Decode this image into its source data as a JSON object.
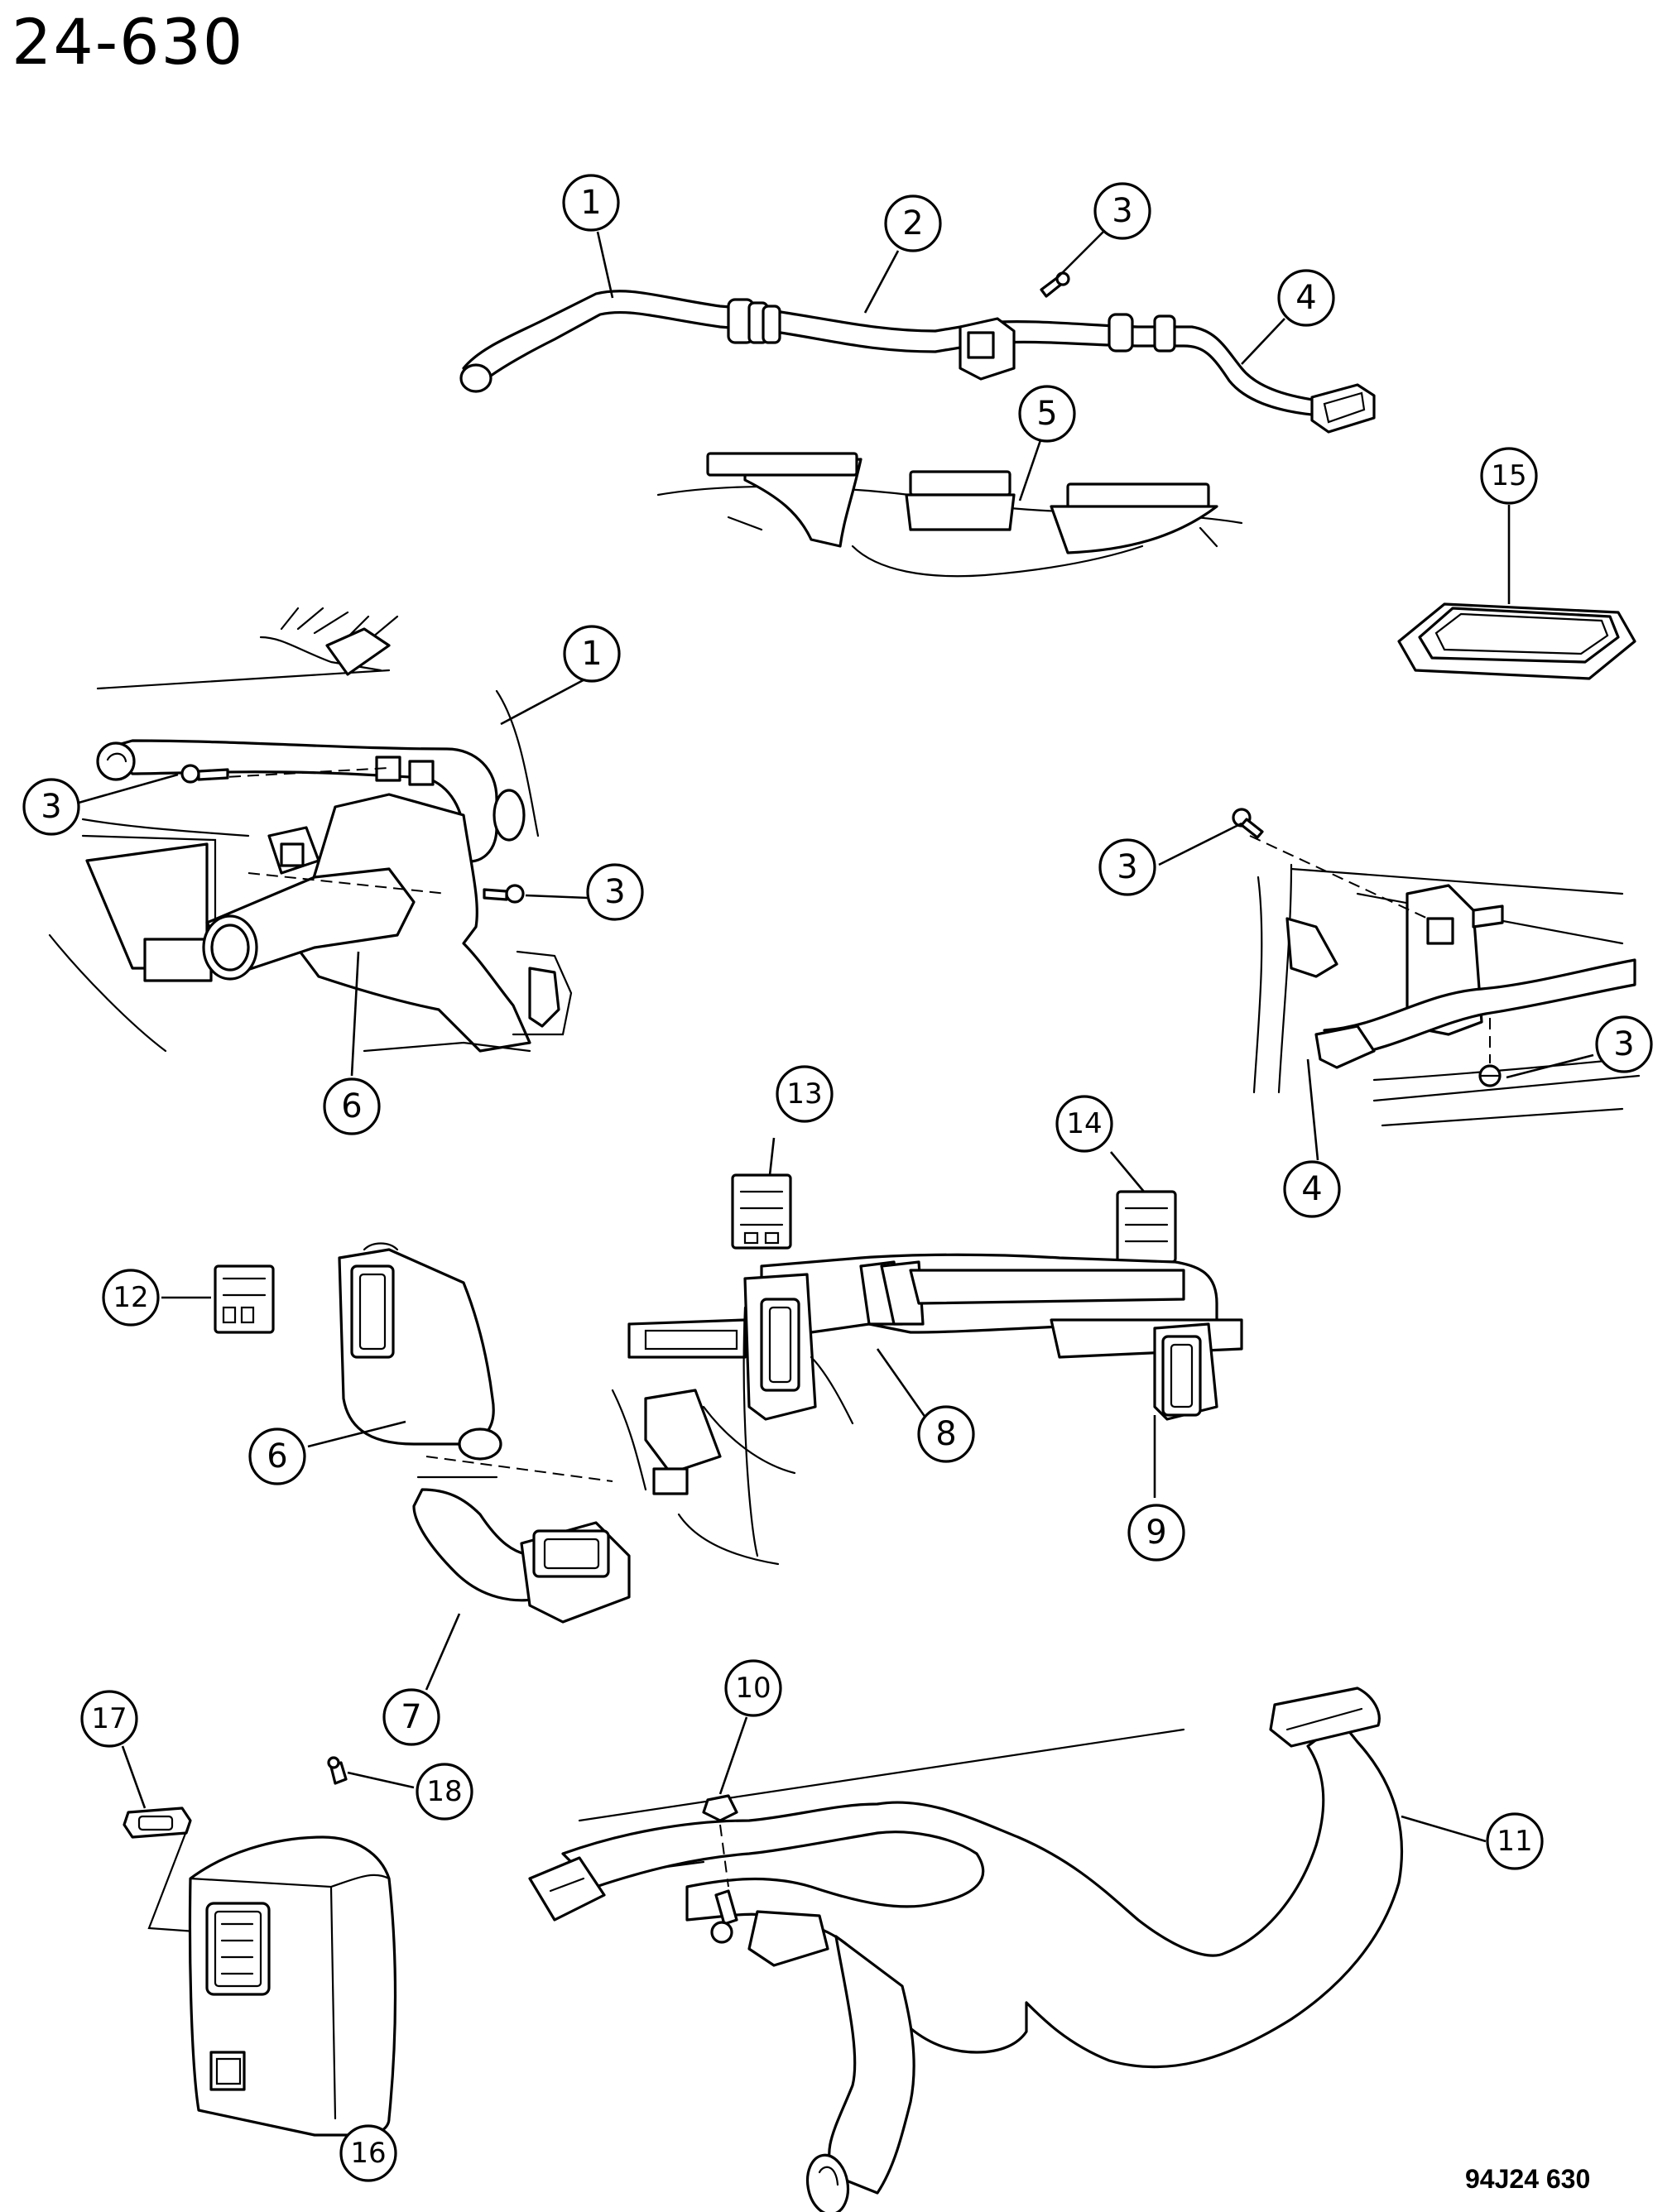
{
  "page": {
    "title": "24-630",
    "figure_code": "94J24 630"
  },
  "callouts": [
    {
      "id": "c1a",
      "label": "1"
    },
    {
      "id": "c2",
      "label": "2"
    },
    {
      "id": "c3a",
      "label": "3"
    },
    {
      "id": "c4a",
      "label": "4"
    },
    {
      "id": "c5",
      "label": "5"
    },
    {
      "id": "c15",
      "label": "15"
    },
    {
      "id": "c1b",
      "label": "1"
    },
    {
      "id": "c3b",
      "label": "3"
    },
    {
      "id": "c3c",
      "label": "3"
    },
    {
      "id": "c6a",
      "label": "6"
    },
    {
      "id": "c3d",
      "label": "3"
    },
    {
      "id": "c3e",
      "label": "3"
    },
    {
      "id": "c4b",
      "label": "4"
    },
    {
      "id": "c13",
      "label": "13"
    },
    {
      "id": "c14",
      "label": "14"
    },
    {
      "id": "c12",
      "label": "12"
    },
    {
      "id": "c6b",
      "label": "6"
    },
    {
      "id": "c8",
      "label": "8"
    },
    {
      "id": "c9",
      "label": "9"
    },
    {
      "id": "c7",
      "label": "7"
    },
    {
      "id": "c10",
      "label": "10"
    },
    {
      "id": "c17",
      "label": "17"
    },
    {
      "id": "c18",
      "label": "18"
    },
    {
      "id": "c11",
      "label": "11"
    },
    {
      "id": "c16",
      "label": "16"
    }
  ]
}
